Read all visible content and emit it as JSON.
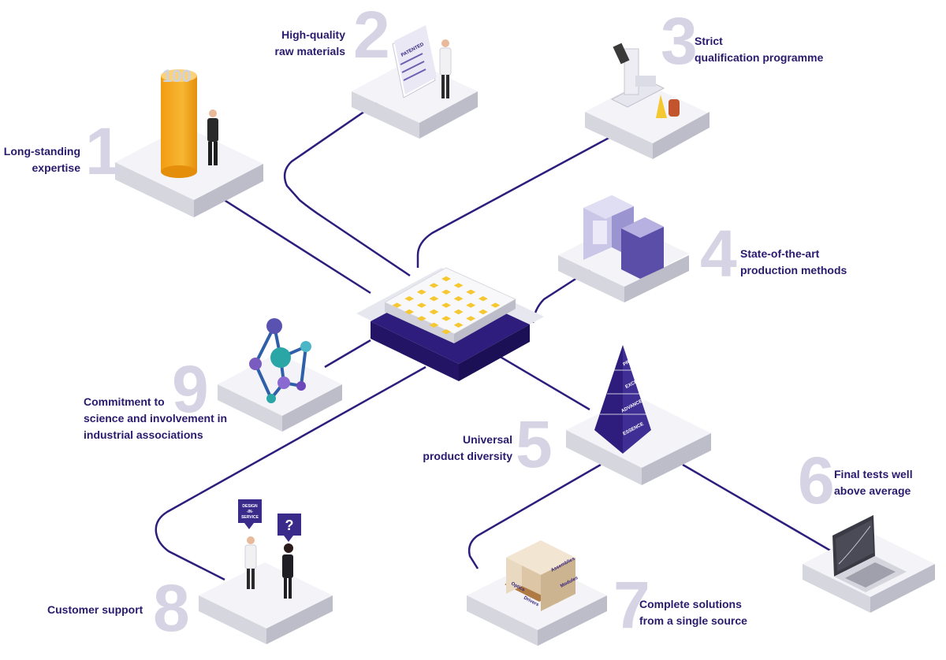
{
  "colors": {
    "accent": "#2e1d7c",
    "label": "#2a1a6e",
    "number": "#d6d4e4",
    "platform_top": "#f4f4f8",
    "platform_side": "#c9c9d2",
    "chip_gold": "#f5c832",
    "cylinder": "#f5a623"
  },
  "items": [
    {
      "number": "1",
      "lines": [
        "Long-standing",
        "expertise"
      ]
    },
    {
      "number": "2",
      "lines": [
        "High-quality",
        "raw materials"
      ]
    },
    {
      "number": "3",
      "lines": [
        "Strict",
        "qualification programme"
      ]
    },
    {
      "number": "4",
      "lines": [
        "State-of-the-art",
        "production methods"
      ]
    },
    {
      "number": "5",
      "lines": [
        "Universal",
        "product diversity"
      ]
    },
    {
      "number": "6",
      "lines": [
        "Final tests well",
        "above average"
      ]
    },
    {
      "number": "7",
      "lines": [
        "Complete solutions",
        "from a single source"
      ]
    },
    {
      "number": "8",
      "lines": [
        "Customer support"
      ]
    },
    {
      "number": "9",
      "lines": [
        "Commitment to",
        "science and involvement in",
        "industrial associations"
      ]
    }
  ],
  "art": {
    "cylinder_text": "100",
    "document_text": "PATENTED",
    "pyramid_tiers": [
      "PREMIUM",
      "EXCITE",
      "ADVANCED",
      "ESSENCE"
    ],
    "bubble_left_text": [
      "DESIGN",
      "-IN-",
      "SERVICE"
    ],
    "bubble_right_text": "?",
    "box_labels": [
      "Optics",
      "Drivers",
      "Assemblies",
      "Modules"
    ]
  }
}
